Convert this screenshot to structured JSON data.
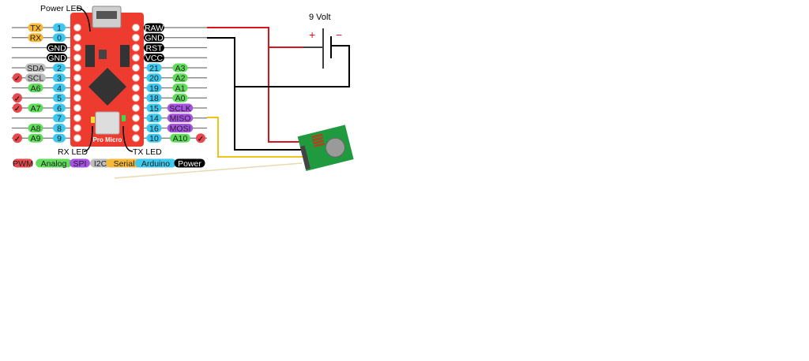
{
  "annotations": {
    "power_led": "Power LED",
    "rx_led": "RX LED",
    "tx_led": "TX LED",
    "battery_label": "9 Volt",
    "battery_plus": "+",
    "battery_minus": "−",
    "board_name": "Pro Micro"
  },
  "colors": {
    "pwm": "#e5484d",
    "analog": "#5fdc5a",
    "spi": "#a752e3",
    "i2c": "#bdbdbd",
    "serial": "#f6b838",
    "arduino": "#3cc8ef",
    "power": "#000000",
    "board": "#ee3b2f",
    "wire_red": "#d8141c",
    "wire_black": "#000000",
    "wire_yellow": "#f2c21b"
  },
  "pwm_mark": "✓",
  "left_pins": [
    {
      "num": "1",
      "labels": [
        {
          "text": "TX",
          "type": "serial"
        }
      ]
    },
    {
      "num": "0",
      "labels": [
        {
          "text": "RX",
          "type": "serial"
        }
      ]
    },
    {
      "num": null,
      "labels": [
        {
          "text": "GND",
          "type": "power"
        }
      ]
    },
    {
      "num": null,
      "labels": [
        {
          "text": "GND",
          "type": "power"
        }
      ]
    },
    {
      "num": "2",
      "labels": [
        {
          "text": "SDA",
          "type": "i2c"
        }
      ]
    },
    {
      "num": "3",
      "pwm": true,
      "labels": [
        {
          "text": "SCL",
          "type": "i2c"
        }
      ]
    },
    {
      "num": "4",
      "labels": [
        {
          "text": "A6",
          "type": "analog"
        }
      ]
    },
    {
      "num": "5",
      "pwm": true,
      "labels": []
    },
    {
      "num": "6",
      "pwm": true,
      "labels": [
        {
          "text": "A7",
          "type": "analog"
        }
      ]
    },
    {
      "num": "7",
      "labels": []
    },
    {
      "num": "8",
      "labels": [
        {
          "text": "A8",
          "type": "analog"
        }
      ]
    },
    {
      "num": "9",
      "pwm": true,
      "labels": [
        {
          "text": "A9",
          "type": "analog"
        }
      ]
    }
  ],
  "right_pins": [
    {
      "num": null,
      "labels": [
        {
          "text": "RAW",
          "type": "power"
        }
      ]
    },
    {
      "num": null,
      "labels": [
        {
          "text": "GND",
          "type": "power"
        }
      ]
    },
    {
      "num": null,
      "labels": [
        {
          "text": "RST",
          "type": "power"
        }
      ]
    },
    {
      "num": null,
      "labels": [
        {
          "text": "VCC",
          "type": "power"
        }
      ]
    },
    {
      "num": "21",
      "labels": [
        {
          "text": "A3",
          "type": "analog"
        }
      ]
    },
    {
      "num": "20",
      "labels": [
        {
          "text": "A2",
          "type": "analog"
        }
      ]
    },
    {
      "num": "19",
      "labels": [
        {
          "text": "A1",
          "type": "analog"
        }
      ]
    },
    {
      "num": "18",
      "labels": [
        {
          "text": "A0",
          "type": "analog"
        }
      ]
    },
    {
      "num": "15",
      "labels": [
        {
          "text": "SCLK",
          "type": "spi"
        }
      ]
    },
    {
      "num": "14",
      "labels": [
        {
          "text": "MISO",
          "type": "spi"
        }
      ]
    },
    {
      "num": "16",
      "labels": [
        {
          "text": "MOSI",
          "type": "spi"
        }
      ]
    },
    {
      "num": "10",
      "pwm": true,
      "labels": [
        {
          "text": "A10",
          "type": "analog"
        }
      ]
    }
  ],
  "legend": [
    {
      "text": "PWM",
      "type": "pwm"
    },
    {
      "text": "Analog",
      "type": "analog"
    },
    {
      "text": "SPI",
      "type": "spi"
    },
    {
      "text": "I2C",
      "type": "i2c"
    },
    {
      "text": "Serial",
      "type": "serial"
    },
    {
      "text": "Arduino",
      "type": "arduino"
    },
    {
      "text": "Power",
      "type": "power"
    }
  ]
}
